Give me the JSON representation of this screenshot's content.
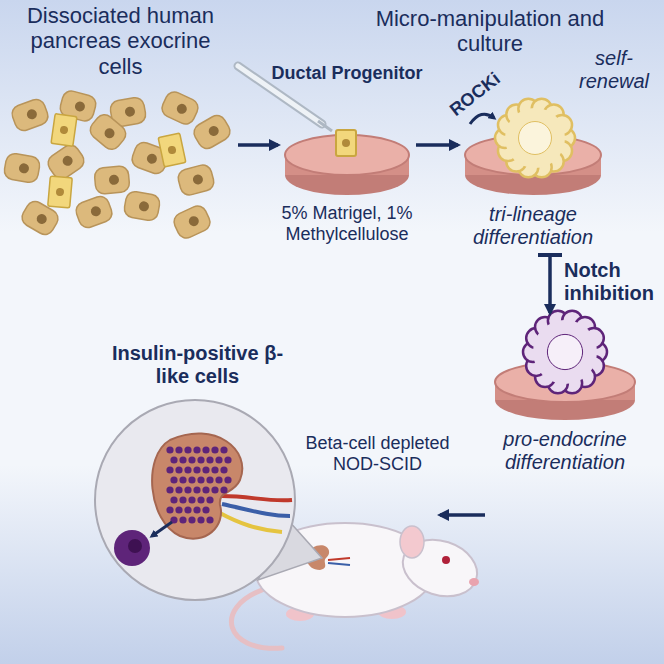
{
  "diagram": {
    "nodes": [
      {
        "text": [
          "Dissociated human pancreas exocrine cells"
        ]
      },
      {
        "text": [
          "Ductal Progenitor",
          "5% Matrigel, 1% Methylcellulose"
        ]
      },
      {
        "text": [
          "self-renewal",
          "tri-lineage differentiation"
        ]
      },
      {
        "text": [
          "pro-endocrine differentiation"
        ]
      },
      {
        "text": [
          "Beta-cell depleted NOD-SCID"
        ]
      },
      {
        "text": [
          "Insulin-positive β-like cells"
        ]
      }
    ],
    "edges": [
      {
        "from": 0,
        "to": 1,
        "arrow": "to"
      },
      {
        "from": 1,
        "to": 2,
        "arrow": "to"
      },
      {
        "from": 2,
        "to": 3,
        "label": "Notch inhibition",
        "arrow": "to"
      },
      {
        "from": 3,
        "to": 4,
        "arrow": "to"
      }
    ],
    "labels": [
      "Micro-manipulation and culture",
      "ROCKi"
    ]
  }
}
